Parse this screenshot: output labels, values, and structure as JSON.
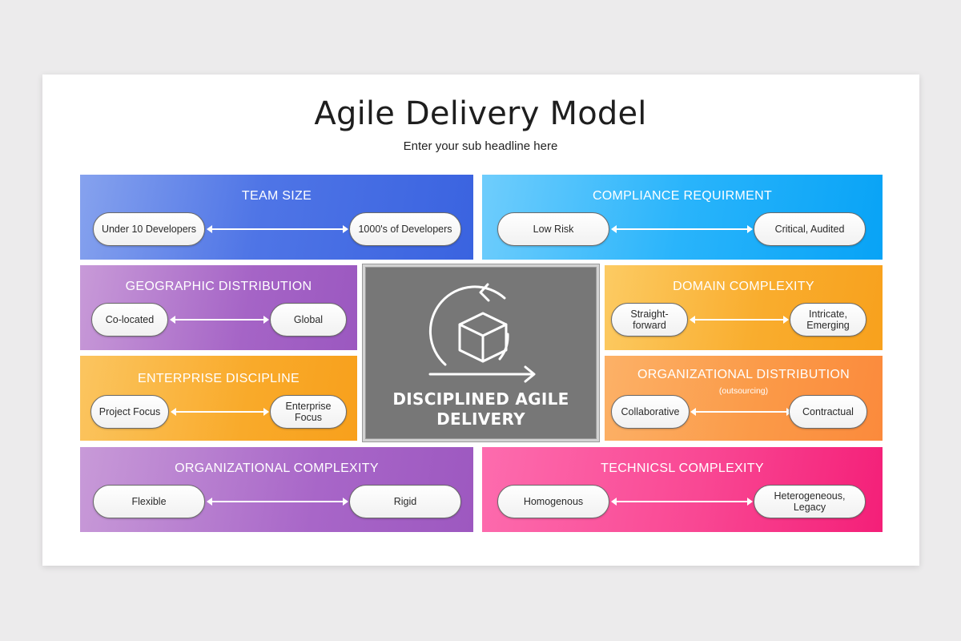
{
  "header": {
    "title": "Agile Delivery Model",
    "subtitle": "Enter your sub headline here"
  },
  "center": {
    "label_line1": "DISCIPLINED AGILE",
    "label_line2": "DELIVERY",
    "icon": "cube-cycle-icon"
  },
  "panels": {
    "team_size": {
      "title": "TEAM SIZE",
      "left": "Under 10 Developers",
      "right": "1000's of Developers",
      "color": "#4f75e6"
    },
    "compliance": {
      "title": "COMPLIANCE REQUIRMENT",
      "left": "Low Risk",
      "right": "Critical, Audited",
      "color": "#29b4fb"
    },
    "geographic": {
      "title": "GEOGRAPHIC DISTRIBUTION",
      "left": "Co-located",
      "right": "Global",
      "color": "#a564c6"
    },
    "domain": {
      "title": "DOMAIN COMPLEXITY",
      "left": "Straight-\nforward",
      "right": "Intricate,\nEmerging",
      "color": "#f9ad2e"
    },
    "enterprise": {
      "title": "ENTERPRISE DISCIPLINE",
      "left": "Project Focus",
      "right": "Enterprise\nFocus",
      "color": "#f9aa2a"
    },
    "org_distribution": {
      "title": "ORGANIZATIONAL DISTRIBUTION",
      "subtitle": "(outsourcing)",
      "left": "Collaborative",
      "right": "Contractual",
      "color": "#fb9a48"
    },
    "org_complexity": {
      "title": "ORGANIZATIONAL COMPLEXITY",
      "left": "Flexible",
      "right": "Rigid",
      "color": "#a866c8"
    },
    "technical": {
      "title": "TECHNICSL COMPLEXITY",
      "left": "Homogenous",
      "right": "Heterogeneous,\nLegacy",
      "color": "#f94793"
    }
  }
}
